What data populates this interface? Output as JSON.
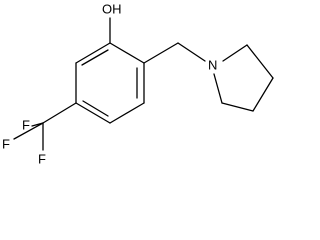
{
  "molecule": {
    "atoms": {
      "hydroxyl": "OH",
      "nitrogen": "N",
      "fluorine_left": "F",
      "fluorine_bottom": "F",
      "fluorine_top": "F"
    }
  },
  "colors": {
    "bond": "#000000",
    "background": "#ffffff"
  }
}
